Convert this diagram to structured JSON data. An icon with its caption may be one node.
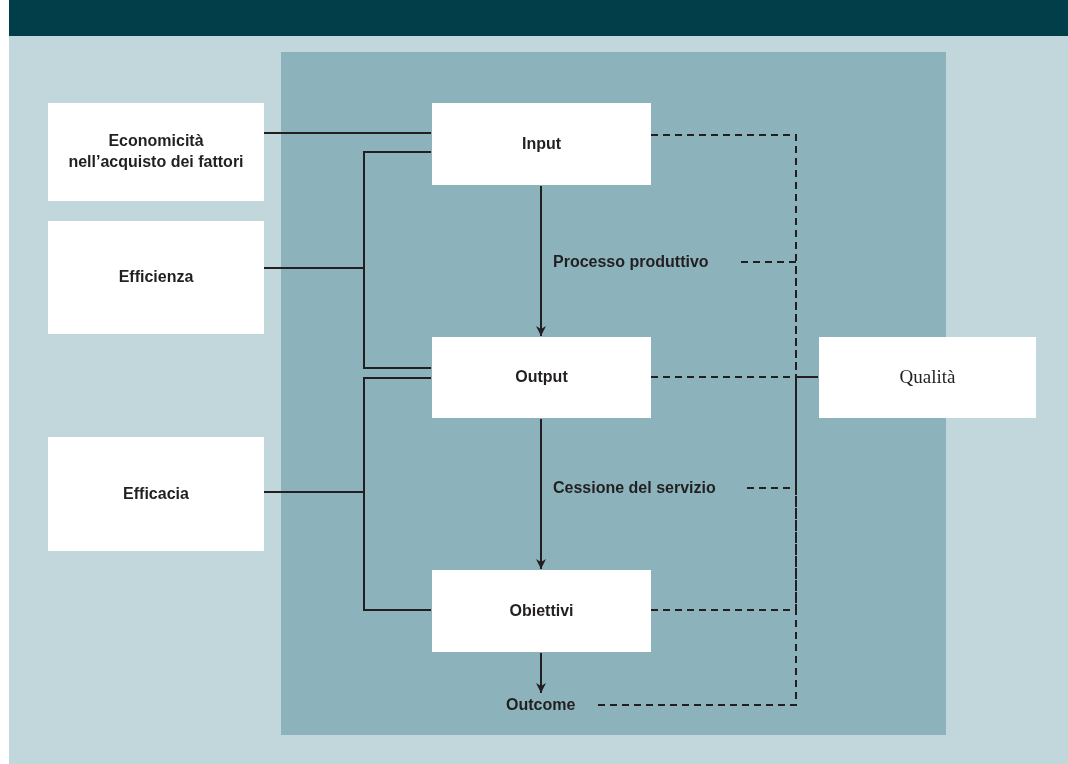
{
  "diagram": {
    "nodes": [
      {
        "text": [
          "Economicità nell’acquisto dei fattori"
        ]
      },
      {
        "text": [
          "Input"
        ]
      },
      {
        "text": [
          "Efficienza"
        ]
      },
      {
        "text": [
          "Output"
        ]
      },
      {
        "text": [
          "Qualità"
        ]
      },
      {
        "text": [
          "Efficacia"
        ]
      },
      {
        "text": [
          "Obiettivi"
        ]
      },
      {
        "text": [
          "Outcome"
        ]
      },
      {
        "text": [
          "Processo produttivo"
        ]
      },
      {
        "text": [
          "Cessione del servizio"
        ]
      }
    ],
    "edges": [
      {
        "from": 0,
        "to": 1,
        "arrow": "none"
      },
      {
        "from": 2,
        "to": 1,
        "arrow": "none"
      },
      {
        "from": 2,
        "to": 3,
        "arrow": "none"
      },
      {
        "from": 5,
        "to": 3,
        "arrow": "none"
      },
      {
        "from": 5,
        "to": 6,
        "arrow": "none"
      },
      {
        "from": 1,
        "to": 3,
        "arrow": "to"
      },
      {
        "from": 3,
        "to": 6,
        "arrow": "to"
      },
      {
        "from": 6,
        "to": 7,
        "arrow": "to"
      },
      {
        "from": 1,
        "to": 4,
        "arrow": "none",
        "style": "dashed"
      },
      {
        "from": 8,
        "to": 4,
        "arrow": "none",
        "style": "dashed"
      },
      {
        "from": 3,
        "to": 4,
        "arrow": "none",
        "style": "dashed"
      },
      {
        "from": 9,
        "to": 4,
        "arrow": "none",
        "style": "dashed"
      },
      {
        "from": 6,
        "to": 4,
        "arrow": "none",
        "style": "dashed"
      },
      {
        "from": 7,
        "to": 4,
        "arrow": "none",
        "style": "dashed"
      }
    ]
  }
}
